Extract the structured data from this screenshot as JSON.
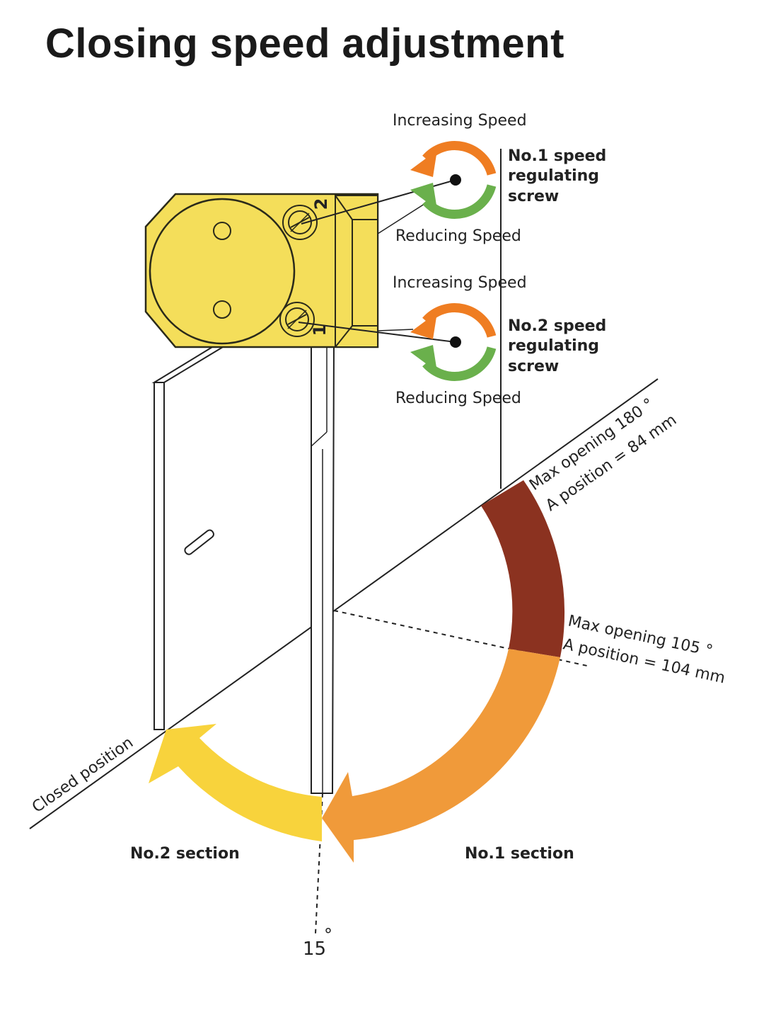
{
  "title": "Closing speed adjustment",
  "labels": {
    "increasing_speed_1": "Increasing Speed",
    "reducing_speed_1": "Reducing Speed",
    "increasing_speed_2": "Increasing Speed",
    "reducing_speed_2": "Reducing Speed",
    "screw1_line1": "No.1 speed",
    "screw1_line2": "regulating",
    "screw1_line3": "screw",
    "screw2_line1": "No.2 speed",
    "screw2_line2": "regulating",
    "screw2_line3": "screw",
    "screw_num_2": "2",
    "screw_num_1": "1",
    "max180_line1": "Max opening 180 °",
    "max180_line2": "A position = 84 mm",
    "max105_line1": "Max opening 105 °",
    "max105_line2": "A position = 104 mm",
    "closed_position": "Closed position",
    "no2_section": "No.2 section",
    "no1_section": "No.1 section",
    "angle_15": "15",
    "degree_symbol": "°"
  },
  "colors": {
    "closer_body": "#f4de5a",
    "closer_outline": "#2a2a1a",
    "increase_arrow": "#ef7d22",
    "decrease_arrow": "#6ab04c",
    "dark_band": "#8b3220",
    "orange_band": "#f09a3a",
    "yellow_band": "#f8d33c"
  }
}
